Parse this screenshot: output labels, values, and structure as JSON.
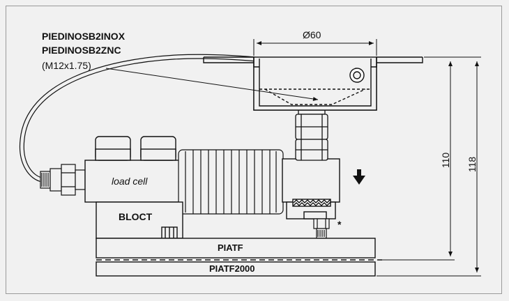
{
  "labels": {
    "part_code_inox": "PIEDINOSB2INOX",
    "part_code_znc": "PIEDINOSB2ZNC",
    "thread": "(M12x1.75)",
    "diameter": "Ø60",
    "load_cell": "load cell",
    "block": "BLOCT",
    "plate": "PIATF",
    "plate_2000": "PIATF2000",
    "dim_110": "110",
    "dim_118": "118",
    "asterisk": "*"
  },
  "icons": {
    "load_direction": "down-arrow-icon"
  },
  "colors": {
    "background": "#f1f1f1",
    "frame": "#9a9a9a",
    "stroke": "#111111"
  }
}
